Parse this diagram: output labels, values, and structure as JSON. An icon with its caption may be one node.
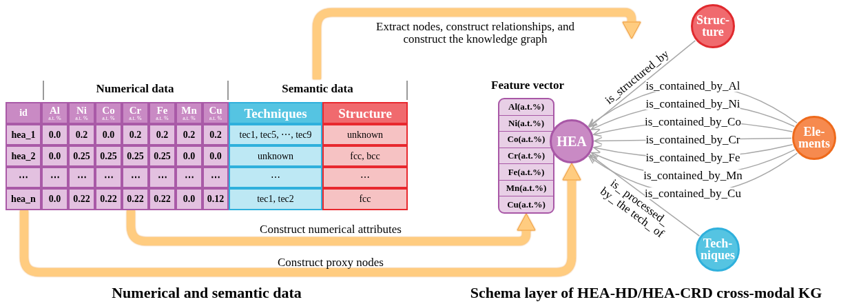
{
  "diagram": {
    "nodes": [
      {
        "text": [],
        "shape": "table"
      },
      {
        "text": [
          "Feature vector",
          "Al(a.t.%)",
          "Ni(a.t.%)",
          "Co(a.t.%)",
          "Cr(a.t.%)",
          "Fe(a.t.%)",
          "Mn(a.t.%)",
          "Cu(a.t.%)"
        ]
      },
      {
        "text": [
          "HEA"
        ]
      },
      {
        "text": [
          "Struc- ture"
        ]
      },
      {
        "text": [
          "Ele- ments"
        ]
      },
      {
        "text": [
          "Tech- niques"
        ]
      }
    ],
    "edges": [
      {
        "from": 0,
        "to": null,
        "arrow": "to",
        "label": "Extract nodes, construct relationships, and construct the knowledge graph",
        "style": "thick",
        "color": "#ffcc80"
      },
      {
        "from": 0,
        "to": 1,
        "arrow": "to",
        "label": "Construct numerical attributes",
        "style": "thick",
        "color": "#ffcc80"
      },
      {
        "from": 0,
        "to": 2,
        "arrow": "to",
        "label": "Construct proxy nodes",
        "style": "thick",
        "color": "#ffcc80"
      },
      {
        "from": 3,
        "to": 2,
        "arrow": "to",
        "label": "is_structured_by"
      },
      {
        "from": 4,
        "to": 2,
        "arrow": "to",
        "label": "is_contained_by_Al"
      },
      {
        "from": 4,
        "to": 2,
        "arrow": "to",
        "label": "is_contained_by_Ni"
      },
      {
        "from": 4,
        "to": 2,
        "arrow": "to",
        "label": "is_contained_by_Co"
      },
      {
        "from": 4,
        "to": 2,
        "arrow": "to",
        "label": "is_contained_by_Cr"
      },
      {
        "from": 4,
        "to": 2,
        "arrow": "to",
        "label": "is_contained_by_Fe"
      },
      {
        "from": 4,
        "to": 2,
        "arrow": "to",
        "label": "is_contained_by_Mn"
      },
      {
        "from": 4,
        "to": 2,
        "arrow": "to",
        "label": "is_contained_by_Cu"
      },
      {
        "from": 5,
        "to": 2,
        "arrow": "to",
        "label": "is_ processed_ by_ the tech_ of"
      }
    ],
    "labels": [
      "Numerical data",
      "Semantic data",
      "id",
      "Al",
      "a.t. %",
      "Ni",
      "a.t. %",
      "Co",
      "a.t. %",
      "Cr",
      "a.t. %",
      "Fe",
      "a.t. %",
      "Mn",
      "a.t. %",
      "Cu",
      "a.t. %",
      "Techniques",
      "Structure",
      "hea_1",
      "0.0",
      "0.2",
      "0.0",
      "0.2",
      "0.2",
      "0.2",
      "0.2",
      "tec1, tec5, ⋯, tec9",
      "unknown",
      "hea_2",
      "0.0",
      "0.25",
      "0.25",
      "0.25",
      "0.25",
      "0.0",
      "0.0",
      "unknown",
      "fcc, bcc",
      "⋯",
      "⋯",
      "⋯",
      "⋯",
      "⋯",
      "⋯",
      "⋯",
      "⋯",
      "⋯",
      "⋯",
      "hea_n",
      "0.0",
      "0.22",
      "0.22",
      "0.22",
      "0.22",
      "0.0",
      "0.12",
      "tec1, tec2",
      "fcc",
      "Numerical and semantic data",
      "Schema layer of HEA-HD/HEA-CRD cross-modal KG"
    ]
  }
}
